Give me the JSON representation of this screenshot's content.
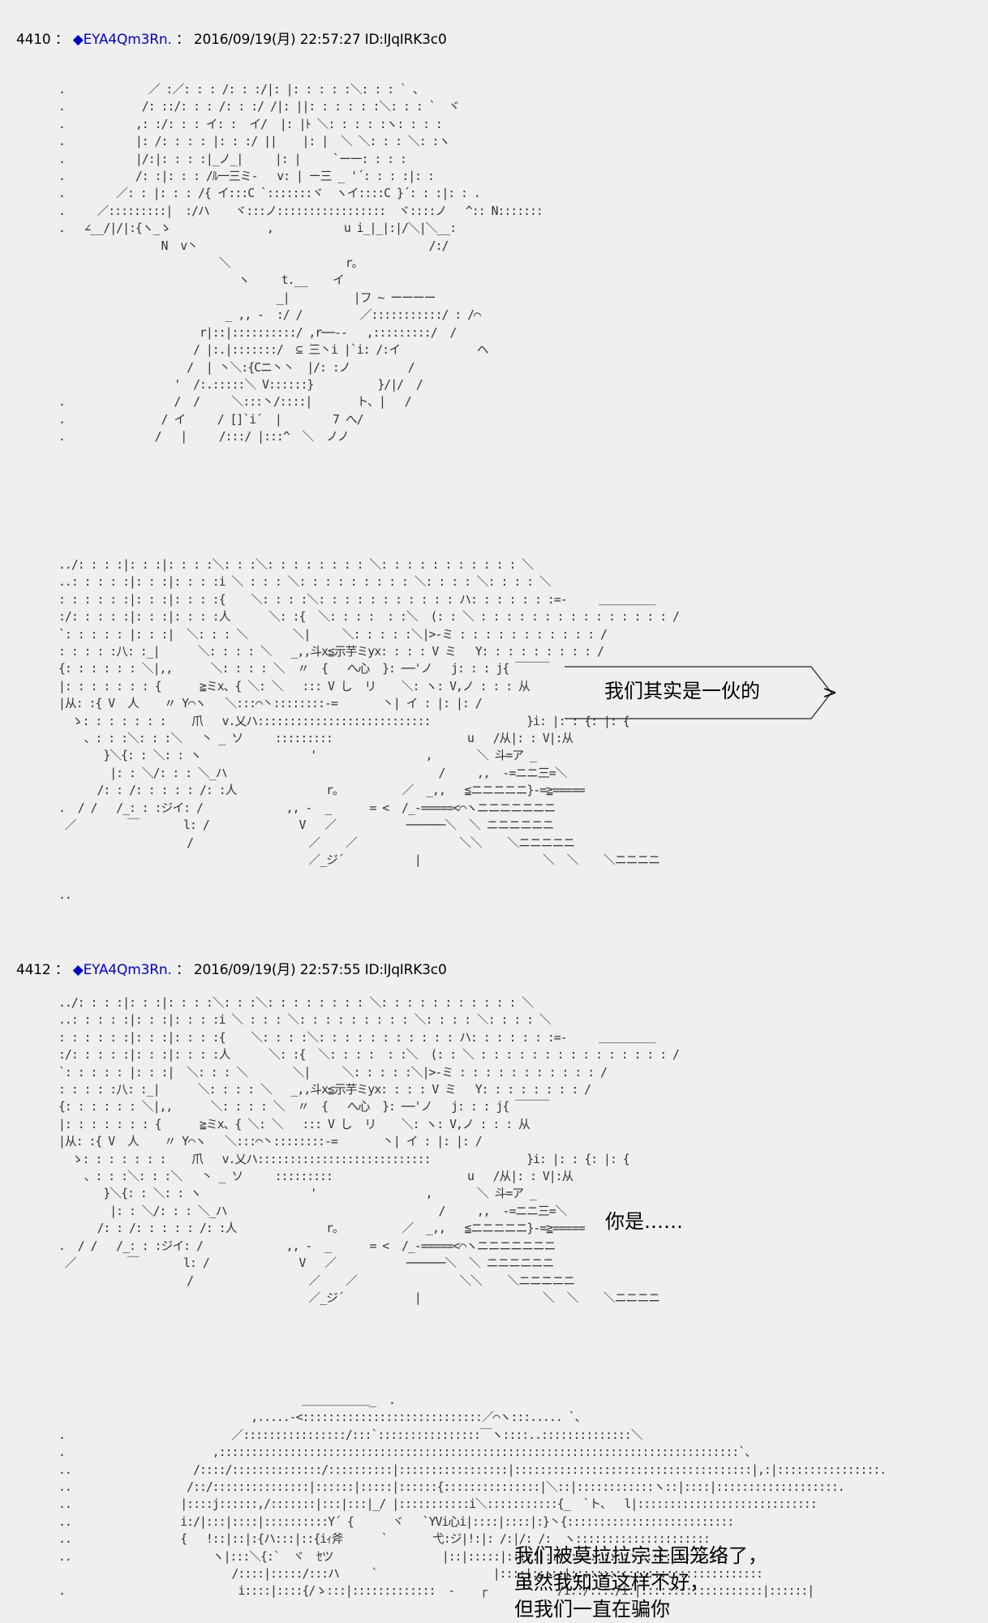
{
  "posts": [
    {
      "number": "4410",
      "separator": "：",
      "diamond": "◆",
      "trip": "EYA4Qm3Rn.",
      "colon": "：",
      "datetime": "2016/09/19(月) 22:57:27 ID:lJqIRK3c0"
    },
    {
      "number": "4412",
      "separator": "：",
      "diamond": "◆",
      "trip": "EYA4Qm3Rn.",
      "colon": "：",
      "datetime": "2016/09/19(月) 22:57:55 ID:lJqIRK3c0"
    }
  ],
  "dialogue": {
    "line1": "我们其实是一伙的",
    "line1_arrow": ">",
    "line2": "你是……",
    "line3": "我们被莫拉拉宗主国笼络了，\n虽然我知道这样不好，\n但我们一直在骗你"
  },
  "ascii_art": {
    "art1": ".             ／ :／: : : /: : :/|: |: : : : :＼: : : ` 、\n.            /: ::/: : : /: : :/ /|: ||: : : : : :＼: : : `  ヾ\n.           ,: :/: : : イ: :  イ/  |: |ﾄ ＼: : : : :ヽ: : : :\n.           |: /: : : : |: : :/ ||    |: |  ＼ ＼: : : ＼: :ヽ\n.           |/:|: : : :|_ノ_|     |: |     `ー一: : : :\n.           /: :|: : : /ﾙ一三ミ-   v: | ー三 _ '´: : : :|: :\n.        ／: : |: : : /{ イ:::C `:::::::ヾ  ヽイ::::C }´: : :|: : .\n.     ／:::::::::|  :/ハ    ヾ:::ノ:::::::::::::::::  ヾ::::ノ   ^:: N:::::::\n.   ∠__/|/|:{ヽ_ゝ               ,           u i_|_|:|/＼|＼__:\n                N  v丶                                    /:/\n                         ＼                  r｡\n                            ヽ     t.__    イ\n                                  _|          |フ ~ ーーーー\n                          _ ,, -  :/ /         ／:::::::::::/ : /⌒\n                      r|::|::::::::::/ ,r──--   ,:::::::::/  /\n                     / |:.|:::::::/  ⊆ 三丶i |`i: /:イ            ヘ\n                    /  | 丶＼:{Cニ丶丶  |/: :ノ         /\n                  '  /:.:::::＼ V::::::}          }/|/  /\n.                 /  /     ＼:::丶/::::|       ト、|   /\n.               / イ     / []`i´  |        7 へ/\n.              /   |     /:::/ |:::^  ＼  ノノ",
    "art2": "../: : : :|: : :|: : : :＼: : :＼: : : : : : : : ＼: : : : : : : : : : : ＼\n..: : : : :|: : :|: : : :i ＼ : : : ＼: : : : : : : : : ＼: : : : ＼: : : : ＼\n: : : : : :|: : :|: : : :{    ＼: : : :＼: : : : : : : : : : : ハ: : : : : : :=-     ＿＿＿＿＿\n:/: : : : :|: : :|: : : :人      ＼: :{  ＼: : : :  : :＼  (: : ＼ : : : : : : : : : : : : : : : /\n`: : : : : |: : :|  ＼: : : ＼       ＼|     ＼: : : : :＼|>-ミ : : : : : : : : : : : /\n: : : : :八: :_|      ＼: : : : ＼   _,,斗x≦示芋ミyx: : : : V ミ   Y: : : : : : : : : /\n{: : : : : : ＼|,,      ＼: : : : ＼  〃  {   へ心  }: ──'ノ   j: : : j{ ￣￣￣\n|: : : : : : : {      ≧ミx、{ ＼: ＼   ::: V し  リ    ＼: ヽ: V,ノ : : : 从\n|从: :{ V  人    〃 Y⌒ヽ   ＼:::⌒丶::::::::-=       丶| イ : |: |: /\n  ゝ: : : : : : :    爪   v.乂ハ:::::::::::::::::::::::::::               }i: |: : {: |: {\n    、: : :＼: : :＼   丶 _ ソ     :::::::::                     u   /从|: : V|:从\n       }＼{: : ＼: : ヽ                 '                 ,       ＼ 斗=ア _\n        |: : ＼/: : : ＼_ハ                                 /     ,,  -=ニニ三=＼\n      /: : /: : : : : /: :人              r｡          ／  _,,   ≦ニニニニニ}-=≧=====\n.  / /   /_: : :ジイ: /             ,, -  _      = <  /_-=====<⌒ヽニニニニニニニ\n ／        ￣       l: /              V   ／           ──────＼  ＼ ニニニニニニ\n                    /                  ／    ／                ＼＼    ＼ニニニニニ\n                                       ／_ジ´           |                   ＼  ＼    ＼ニニニニ\n\n..",
    "art3": "../: : : :|: : :|: : : :＼: : :＼: : : : : : : : ＼: : : : : : : : : : : ＼\n..: : : : :|: : :|: : : :i ＼ : : : ＼: : : : : : : : : ＼: : : : ＼: : : : ＼\n: : : : : :|: : :|: : : :{    ＼: : : :＼: : : : : : : : : : : ハ: : : : : : :=-     ＿＿＿＿＿\n:/: : : : :|: : :|: : : :人      ＼: :{  ＼: : : :  : :＼  (: : ＼ : : : : : : : : : : : : : : : /\n`: : : : : |: : :|  ＼: : : ＼       ＼|     ＼: : : : :＼|>-ミ : : : : : : : : : : : /\n: : : : :八: :_|      ＼: : : : ＼   _,,斗x≦示芋ミyx: : : : V ミ   Y: : : : : : : : /\n{: : : : : : ＼|,,      ＼: : : : ＼  〃  {   へ心  }: ──'ノ   j: : : j{ ￣￣￣\n|: : : : : : : {      ≧ミx、{ ＼: ＼   ::: V し  リ    ＼: ヽ: V,ノ : : : 从\n|从: :{ V  人    〃 Y⌒ヽ   ＼:::⌒丶::::::::-=       丶| イ : |: |: /\n  ゝ: : : : : : :    爪   v.乂ハ:::::::::::::::::::::::::::               }i: |: : {: |: {\n    、: : :＼: : :＼   丶 _ ソ     :::::::::                     u   /从|: : V|:从\n       }＼{: : ＼: : ヽ                 '                 ,       ＼ 斗=ア _\n        |: : ＼/: : : ＼_ハ                                 /     ,,  -=ニニ三=＼\n      /: : /: : : : : /: :人              r｡          ／  _,,   ≦ニニニニニ}-=≧=====\n.  / /   /_: : :ジイ: /             ,, -  _      = <  /_-=====<⌒ヽニニニニニニニ\n ／        ￣       l: /              V   ／           ──────＼  ＼ ニニニニニニ\n                    /                  ／    ／                ＼＼    ＼ニニニニニ\n                                       ／_ジ´           |                   ＼  ＼    ＼ニニニニ",
    "art4": "                                      ＿＿＿＿＿＿_  .\n                              ,.....-<::::::::::::::::::::::::::::／⌒ヽ:::..... `、\n.                          ／::::::::::::::::/:::`::::::::::::::::￣ヽ::::..::::::::::::::＼\n.                       ,:::::::::::::::::::::::::::::::::::::::::::::::::::::::::::::::::::::::::::::::::`、\n..                   /::::/::::::::::::::/::::::::::|:::::::::::::::::|:::::::::::::::::::::::::::::::::::::|,:|::::::::::::::::.\n..                  /::/:::::::::::::::|::::::|:::::|::::::{:::::::::::::::|＼::|::::::::::::ヽ::|::::|:::::::::::::::::::.\n..                 |::::j::::::,/:::::::|:::|:::|_/ |:::::::::::i＼:::::::::::{_  `ト、  l|::::::::::::::::::::::::::::\n..                 i:/|:::|::::|::::::::::Y´ {      ヾ   `YVi心i|::::|::::|:}丶{::::::::::::::::::::::::::\n..                 {   !::|::|:{ハ:::|::{iｨ斧      `       弋:ジ|!:|: /:|/: /:  ヽ:::::::::::::::::::::\n..                      ヽ|:::＼{:`  ヾ  ｾツ                 |::|:::::|:::::|:::::::::::::ヽ::::::::::::::\n                           /::::|:::::/:::ハ     `                  |::::|:::::|::::::::::::::::::::::::::::::\n.                           i::::|::::{/ゝ:::|:::::::::::::  -    ┌           /i::/::::/i:|:::::::::::::::::::|::::::|"
  }
}
